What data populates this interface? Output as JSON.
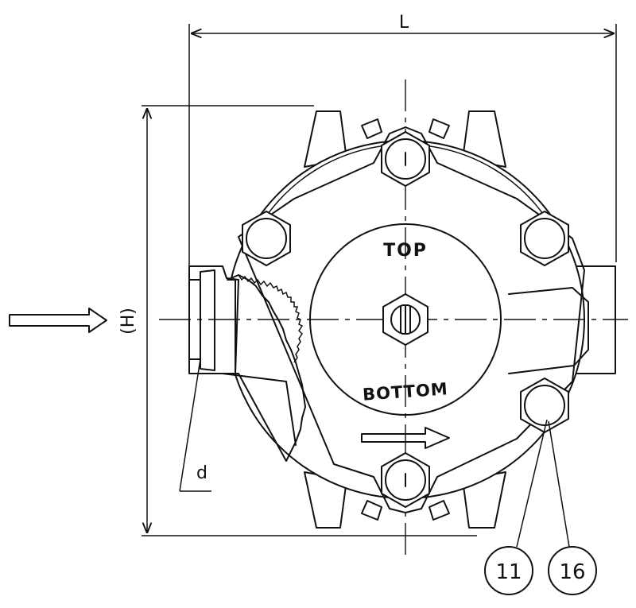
{
  "dimensions": {
    "length": "L",
    "height": "(H)",
    "diameter": "d"
  },
  "markings": {
    "top": "TOP",
    "bottom": "BOTTOM"
  },
  "balloons": [
    "11",
    "16"
  ],
  "colors": {
    "line": "#111111",
    "background": "#ffffff"
  },
  "icons": {
    "inlet_arrow": "flow-inlet-arrow-icon",
    "flow_arrow": "flow-direction-arrow-icon"
  }
}
